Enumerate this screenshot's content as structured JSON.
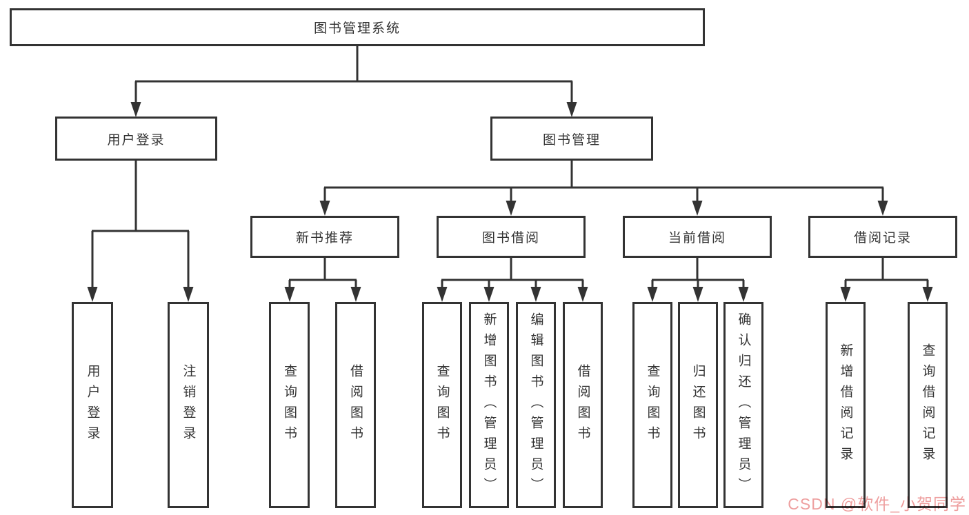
{
  "diagram": {
    "root": {
      "label": "图书管理系统"
    },
    "branches": [
      {
        "label": "用户登录",
        "children": [
          {
            "label": "用户登录"
          },
          {
            "label": "注销登录"
          }
        ]
      },
      {
        "label": "图书管理",
        "sections": [
          {
            "label": "新书推荐",
            "children": [
              {
                "label": "查询图书"
              },
              {
                "label": "借阅图书"
              }
            ]
          },
          {
            "label": "图书借阅",
            "children": [
              {
                "label": "查询图书"
              },
              {
                "label": "新增图书（管理员）"
              },
              {
                "label": "编辑图书（管理员）"
              },
              {
                "label": "借阅图书"
              }
            ]
          },
          {
            "label": "当前借阅",
            "children": [
              {
                "label": "查询图书"
              },
              {
                "label": "归还图书"
              },
              {
                "label": "确认归还（管理员）"
              }
            ]
          },
          {
            "label": "借阅记录",
            "children": [
              {
                "label": "新增借阅记录"
              },
              {
                "label": "查询借阅记录"
              }
            ]
          }
        ]
      }
    ]
  },
  "watermark": {
    "text": "CSDN @软件_小贺同学",
    "color": "#ee9f9f"
  },
  "colors": {
    "line": "#333333",
    "box_border": "#333333",
    "text": "#333333",
    "background": "#ffffff"
  }
}
